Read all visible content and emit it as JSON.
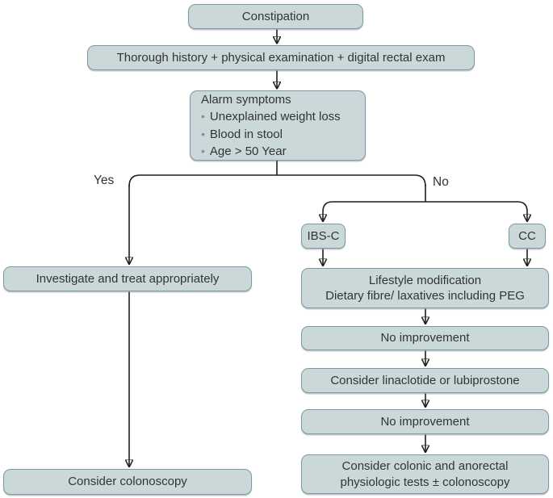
{
  "colors": {
    "background": "#ffffff",
    "box_fill": "#cbd8d9",
    "box_border": "#7f999e",
    "line": "#1f1f1f",
    "text": "#333333",
    "bullet": "#7d929b"
  },
  "nodes": {
    "constipation": "Constipation",
    "history": "Thorough history + physical examination + digital rectal exam",
    "alarm": {
      "title": "Alarm symptoms",
      "bullet": "•",
      "items": [
        "Unexplained weight loss",
        "Blood in stool",
        "Age > 50 Year"
      ]
    },
    "investigate": "Investigate and treat appropriately",
    "consider_colonoscopy": "Consider colonoscopy",
    "ibs_c": "IBS-C",
    "cc": "CC",
    "lifestyle_line1": "Lifestyle modification",
    "lifestyle_line2": "Dietary fibre/ laxatives including PEG",
    "no_improvement_1": "No improvement",
    "consider_linaclotide": "Consider linaclotide or lubiprostone",
    "no_improvement_2": "No improvement",
    "colonic_line1": "Consider colonic and anorectal",
    "colonic_line2": "physiologic tests ± colonoscopy"
  },
  "branch_labels": {
    "yes": "Yes",
    "no": "No"
  }
}
